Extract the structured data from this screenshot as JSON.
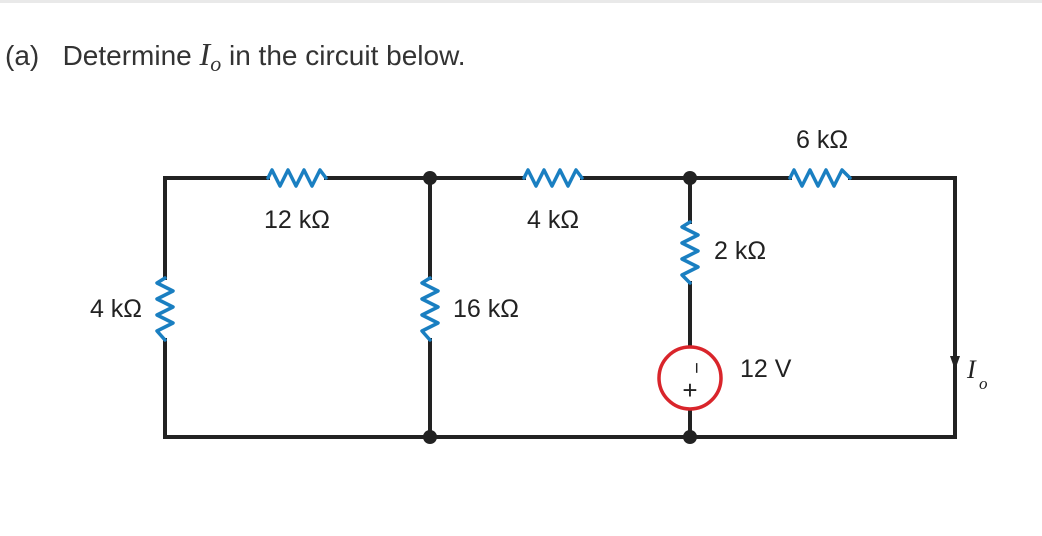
{
  "question": {
    "prefix": "(a)",
    "text_before": "Determine",
    "var_main": "I",
    "var_sub": "o",
    "text_after": "in the circuit below."
  },
  "circuit": {
    "resistors": {
      "r_top_left": "12 kΩ",
      "r_left": "4 kΩ",
      "r_middle_vertical": "16 kΩ",
      "r_top_middle": "4 kΩ",
      "r_branch": "2 kΩ",
      "r_top_right": "6 kΩ"
    },
    "source": {
      "label": "12 V",
      "plus": "+",
      "minus": "−"
    },
    "current": {
      "main": "I",
      "sub": "o"
    },
    "colors": {
      "wire": "#222222",
      "resistor": "#1a7fc1",
      "source": "#d9252b"
    }
  }
}
